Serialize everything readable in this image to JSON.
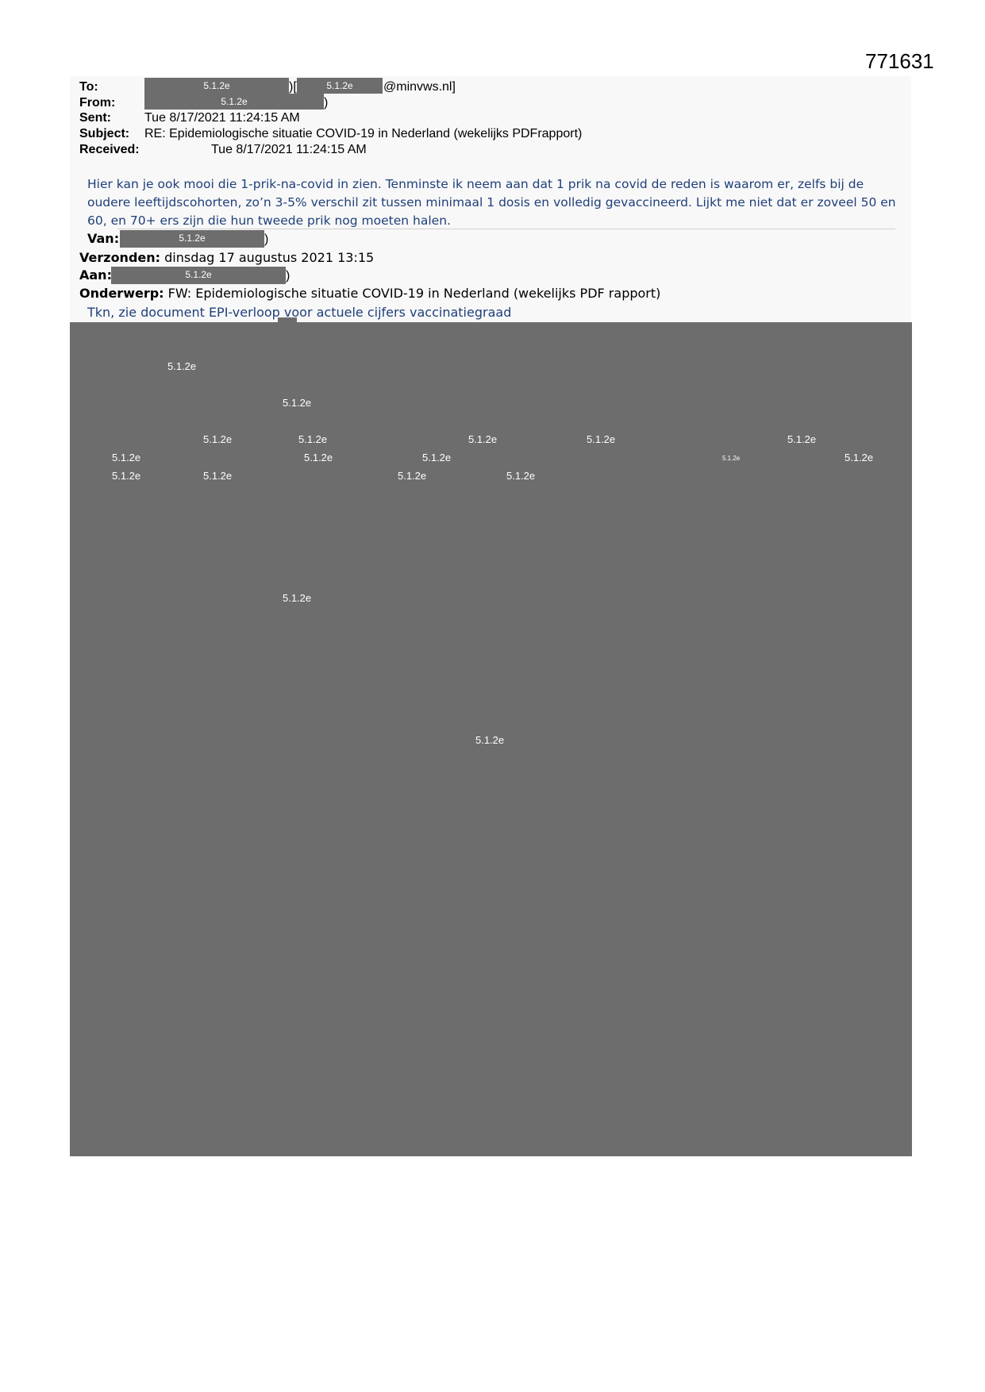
{
  "document_number": "771631",
  "redaction_code": "5.1.2e",
  "email_header": {
    "to_label": "To:",
    "to_suffix_1": ")[",
    "to_suffix_2": "@minvws.nl]",
    "from_label": "From:",
    "from_suffix": ")",
    "sent_label": "Sent:",
    "sent_value": "Tue 8/17/2021 11:24:15 AM",
    "subject_label": "Subject:",
    "subject_value": "RE: Epidemiologische situatie COVID-19 in Nederland (wekelijks PDFrapport)",
    "received_label": "Received:",
    "received_value": "Tue 8/17/2021 11:24:15 AM"
  },
  "reply_body": "Hier kan je ook mooi die 1-prik-na-covid in zien. Tenminste ik neem aan dat 1 prik na covid de reden is waarom er, zelfs bij de oudere leeftijdscohorten, zo’n 3-5% verschil zit tussen minimaal 1 dosis en volledig gevaccineerd. Lijkt me niet dat er zoveel 50 en 60, en 70+ ers zijn die hun tweede prik nog moeten halen.",
  "forwarded": {
    "van_label": "Van:",
    "van_suffix": ")",
    "verzonden_label": "Verzonden:",
    "verzonden_value": " dinsdag 17 augustus 2021 13:15",
    "aan_label": "Aan:",
    "aan_suffix": ")",
    "onderwerp_label": "Onderwerp:",
    "onderwerp_value": " FW: Epidemiologische situatie COVID-19 in Nederland (wekelijks PDF rapport)",
    "note": "Tkn, zie document EPI-verloop voor actuele cijfers vaccinatiegraad"
  }
}
